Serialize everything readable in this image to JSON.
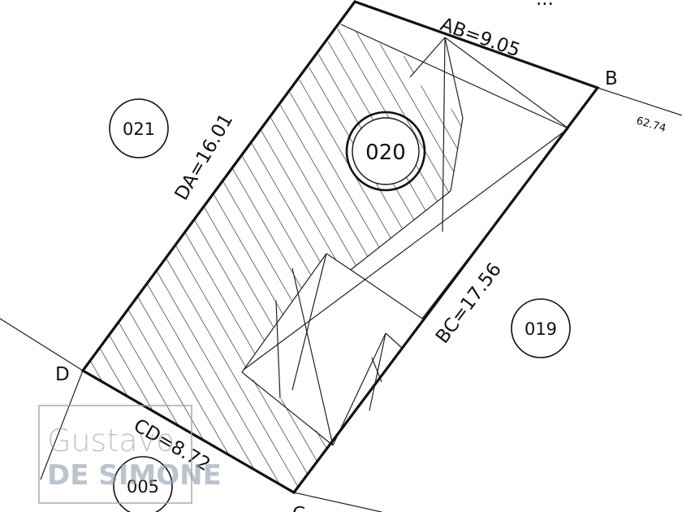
{
  "diagram": {
    "corners": {
      "b": "B",
      "c": "C",
      "d": "D"
    },
    "sides": {
      "ab": "AB=9.05",
      "bc": "BC=17.56",
      "cd": "CD=8.72",
      "da": "DA=16.01"
    },
    "outside_dimension": "62.74",
    "top_label_fragment": "...",
    "lots": {
      "main": "020",
      "left": "021",
      "right": "019",
      "bottom": "005"
    }
  },
  "watermark": {
    "line1": "Gustavo",
    "line2": "DE SIMONE"
  }
}
